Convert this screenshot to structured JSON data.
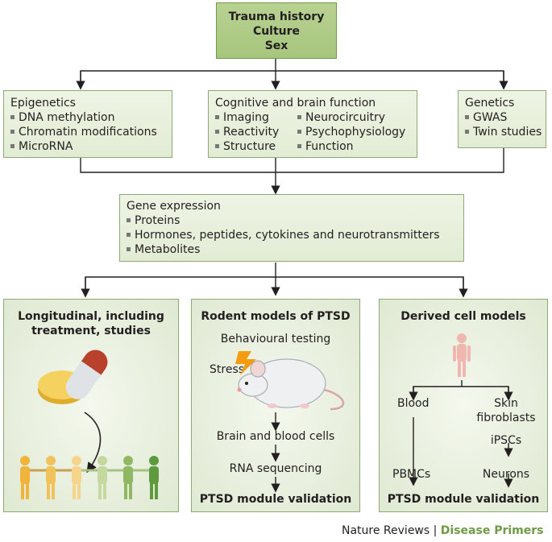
{
  "top_box": {
    "line1": "Trauma history",
    "line2": "Culture",
    "line3": "Sex"
  },
  "epigenetics": {
    "title": "Epigenetics",
    "items": [
      "DNA methylation",
      "Chromatin modifications",
      "MicroRNA"
    ]
  },
  "cognitive": {
    "title": "Cognitive and brain function",
    "col1": [
      "Imaging",
      "Reactivity",
      "Structure"
    ],
    "col2": [
      "Neurocircuitry",
      "Psychophysiology",
      "Function"
    ]
  },
  "genetics": {
    "title": "Genetics",
    "items": [
      "GWAS",
      "Twin studies"
    ]
  },
  "gene_expression": {
    "title": "Gene expression",
    "items": [
      "Proteins",
      "Hormones, peptides, cytokines and neurotransmitters",
      "Metabolites"
    ]
  },
  "longitudinal": {
    "title_line1": "Longitudinal, including",
    "title_line2": "treatment, studies"
  },
  "rodent": {
    "title": "Rodent models of PTSD",
    "behavioural": "Behavioural testing",
    "stress": "Stress",
    "brain_blood": "Brain and blood cells",
    "rna": "RNA sequencing",
    "validation": "PTSD module validation"
  },
  "derived": {
    "title": "Derived cell models",
    "blood": "Blood",
    "skin_line1": "Skin",
    "skin_line2": "fibroblasts",
    "ipscs": "iPSCs",
    "pbmcs": "PBMCs",
    "neurons": "Neurons",
    "validation": "PTSD module validation"
  },
  "footer": {
    "brand": "Nature Reviews",
    "separator": "|",
    "section": "Disease Primers"
  },
  "colors": {
    "accent_green": "#6f9a46",
    "box_fill": "#e6eedb",
    "pill_red": "#b8412b",
    "tablet_yellow": "#f2c94c",
    "lightning": "#f39c12"
  }
}
